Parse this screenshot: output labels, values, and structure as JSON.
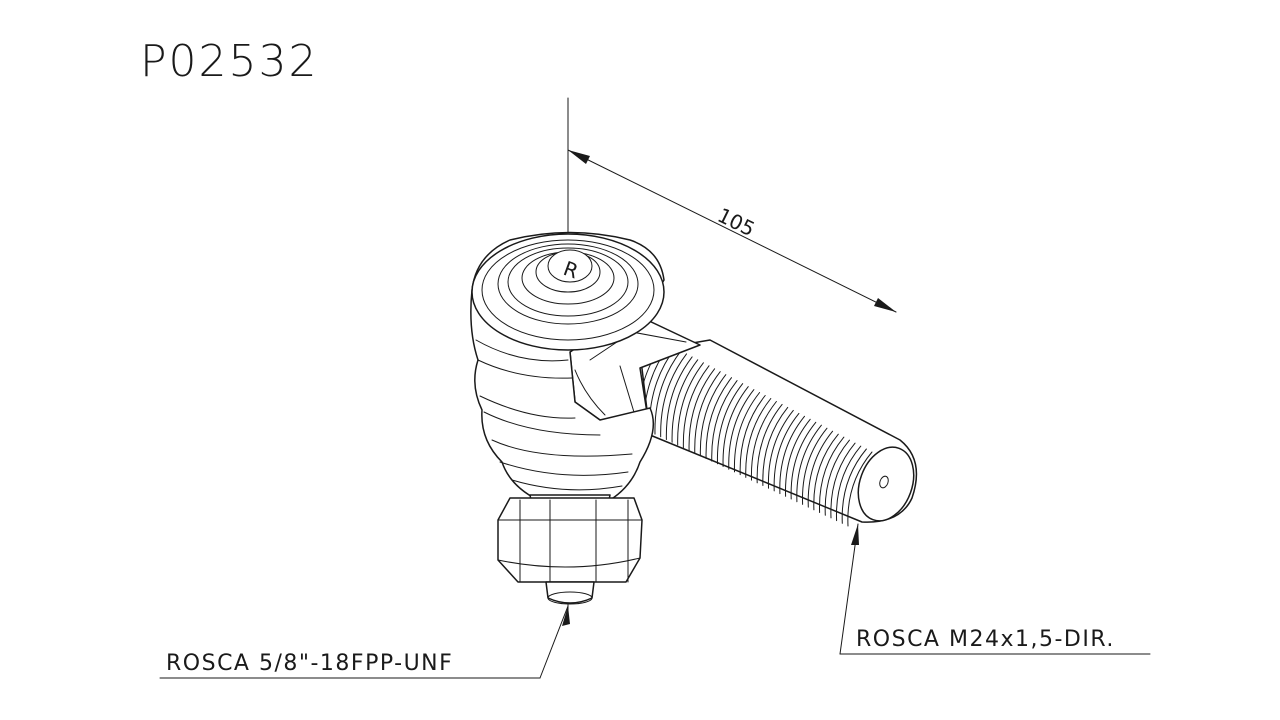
{
  "part_number": "P02532",
  "dimension": {
    "value": "105"
  },
  "cap_mark": "R",
  "callouts": {
    "stud_thread": "ROSCA 5/8\"-18FPP-UNF",
    "shank_thread": "ROSCA M24x1,5-DIR."
  },
  "colors": {
    "ink": "#1a1a1a",
    "background": "#ffffff"
  }
}
